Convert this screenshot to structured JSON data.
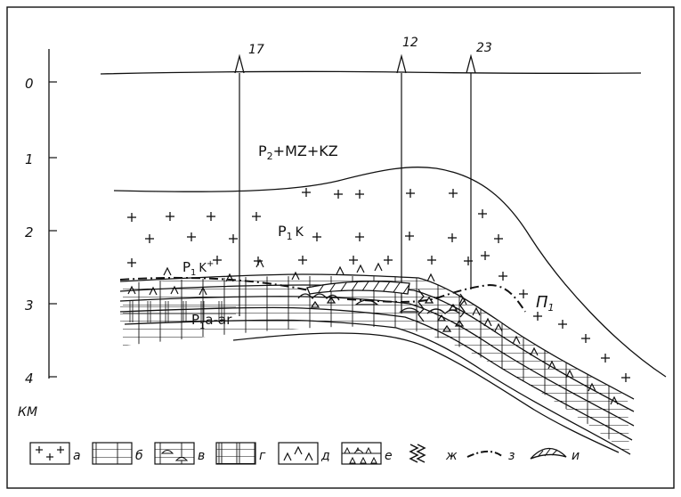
{
  "depth_axis": {
    "ticks": [
      "0",
      "1",
      "2",
      "3",
      "4"
    ],
    "unit": "КМ"
  },
  "wells": [
    {
      "id": "17"
    },
    {
      "id": "12"
    },
    {
      "id": "23"
    }
  ],
  "units": {
    "cover": {
      "main": "P",
      "sub": "2",
      "rest": "+MZ+KZ"
    },
    "salt": {
      "main": "P",
      "sub": "1",
      "rest": "K"
    },
    "sulfate": {
      "main": "P",
      "sub": "1",
      "rest": "K",
      "sup": "+"
    },
    "basement": {
      "main": "P",
      "sub": "1",
      "rest": "a-ar"
    },
    "horizon": {
      "main": "П",
      "sub": "1"
    }
  },
  "legend": {
    "items": [
      {
        "letter": "а",
        "pattern": "salt-crosses"
      },
      {
        "letter": "б",
        "pattern": "limestone"
      },
      {
        "letter": "в",
        "pattern": "reef-limestone"
      },
      {
        "letter": "г",
        "pattern": "dolomite"
      },
      {
        "letter": "д",
        "pattern": "anhydrite"
      },
      {
        "letter": "е",
        "pattern": "breccia"
      },
      {
        "letter": "ж",
        "pattern": "zigzag"
      },
      {
        "letter": "з",
        "pattern": "dash-dot-line"
      },
      {
        "letter": "и",
        "pattern": "lens"
      }
    ]
  }
}
